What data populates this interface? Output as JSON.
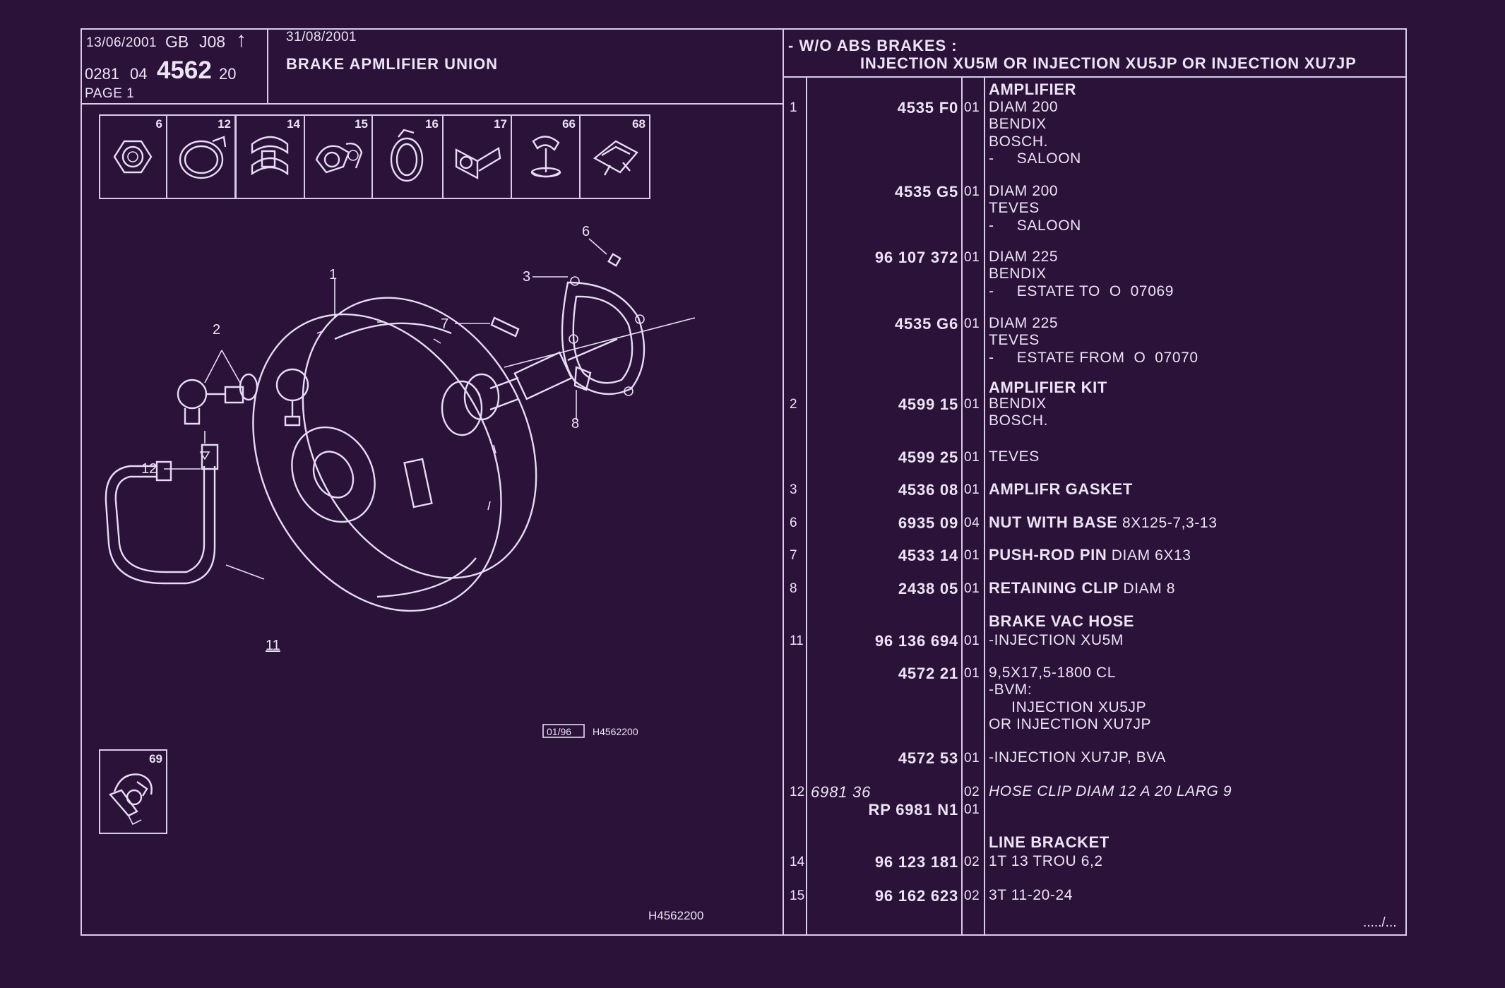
{
  "header": {
    "date1": "13/06/2001",
    "gb": "GB",
    "j08": "J08",
    "arrow": "↑",
    "code_a": "0281",
    "code_b": "04",
    "code_main": "4562",
    "code_c": "20",
    "page": "PAGE  1",
    "date2": "31/08/2001",
    "title": "BRAKE APMLIFIER UNION",
    "cond_line1": "- W/O ABS BRAKES :",
    "cond_line2": "INJECTION XU5M OR  INJECTION XU5JP OR  INJECTION XU7JP"
  },
  "icons": [
    {
      "num": "6",
      "name": "nut-icon"
    },
    {
      "num": "12",
      "name": "hose-clip-icon"
    },
    {
      "num": "14",
      "name": "line-bracket-icon"
    },
    {
      "num": "15",
      "name": "double-clip-icon"
    },
    {
      "num": "16",
      "name": "ring-clip-icon"
    },
    {
      "num": "17",
      "name": "pipe-clip-icon"
    },
    {
      "num": "66",
      "name": "stud-clip-icon"
    },
    {
      "num": "68",
      "name": "bracket-clip-icon"
    }
  ],
  "icon_bottom": {
    "num": "69"
  },
  "diagram": {
    "callouts": [
      "1",
      "2",
      "3",
      "6",
      "7",
      "8",
      "11",
      "12"
    ],
    "stamp_box": "01/96",
    "stamp_ref": "H4562200",
    "footer_ref": "H4562200"
  },
  "parts": [
    {
      "ref": "1",
      "pn": "4535 F0",
      "qty": "01",
      "lines": [
        "DIAM 200",
        "BENDIX",
        "BOSCH.",
        "-     SALOON"
      ],
      "heading": "AMPLIFIER"
    },
    {
      "ref": "",
      "pn": "4535 G5",
      "qty": "01",
      "lines": [
        "DIAM 200",
        "TEVES",
        "-     SALOON"
      ]
    },
    {
      "ref": "",
      "pn": "96 107 372",
      "qty": "01",
      "lines": [
        "DIAM 225",
        "BENDIX",
        "-     ESTATE TO  O  07069"
      ]
    },
    {
      "ref": "",
      "pn": "4535 G6",
      "qty": "01",
      "lines": [
        "DIAM 225",
        "TEVES",
        "-     ESTATE FROM  O  07070"
      ]
    },
    {
      "ref": "2",
      "pn": "4599 15",
      "qty": "01",
      "lines": [
        "BENDIX",
        "BOSCH."
      ],
      "heading": "AMPLIFIER KIT"
    },
    {
      "ref": "",
      "pn": "4599 25",
      "qty": "01",
      "lines": [
        "TEVES"
      ]
    },
    {
      "ref": "3",
      "pn": "4536 08",
      "qty": "01",
      "bold": "AMPLIFR GASKET",
      "extra": ""
    },
    {
      "ref": "6",
      "pn": "6935 09",
      "qty": "04",
      "bold": "NUT WITH BASE",
      "extra": " 8X125-7,3-13"
    },
    {
      "ref": "7",
      "pn": "4533 14",
      "qty": "01",
      "bold": "PUSH-ROD PIN",
      "extra": " DIAM 6X13"
    },
    {
      "ref": "8",
      "pn": "2438 05",
      "qty": "01",
      "bold": "RETAINING CLIP",
      "extra": " DIAM 8"
    },
    {
      "ref": "11",
      "pn": "96 136 694",
      "qty": "01",
      "lines": [
        "-INJECTION XU5M"
      ],
      "heading": "BRAKE VAC HOSE"
    },
    {
      "ref": "",
      "pn": "4572 21",
      "qty": "01",
      "lines": [
        "9,5X17,5-1800 CL",
        "-BVM:",
        "     INJECTION XU5JP",
        "OR INJECTION XU7JP"
      ]
    },
    {
      "ref": "",
      "pn": "4572 53",
      "qty": "01",
      "lines": [
        "-INJECTION XU7JP, BVA"
      ]
    },
    {
      "ref": "12",
      "pn_italic": "6981 36",
      "qty": "02",
      "italic": "HOSE CLIP DIAM 12 A 20 LARG 9"
    },
    {
      "ref": "",
      "pn": "RP  6981 N1",
      "qty": "01"
    },
    {
      "ref": "14",
      "pn": "96 123 181",
      "qty": "02",
      "lines": [
        "1T 13 TROU 6,2"
      ],
      "heading": "LINE BRACKET"
    },
    {
      "ref": "15",
      "pn": "96 162 623",
      "qty": "02",
      "lines": [
        "3T 11-20-24"
      ]
    }
  ],
  "continuation": "...../..."
}
